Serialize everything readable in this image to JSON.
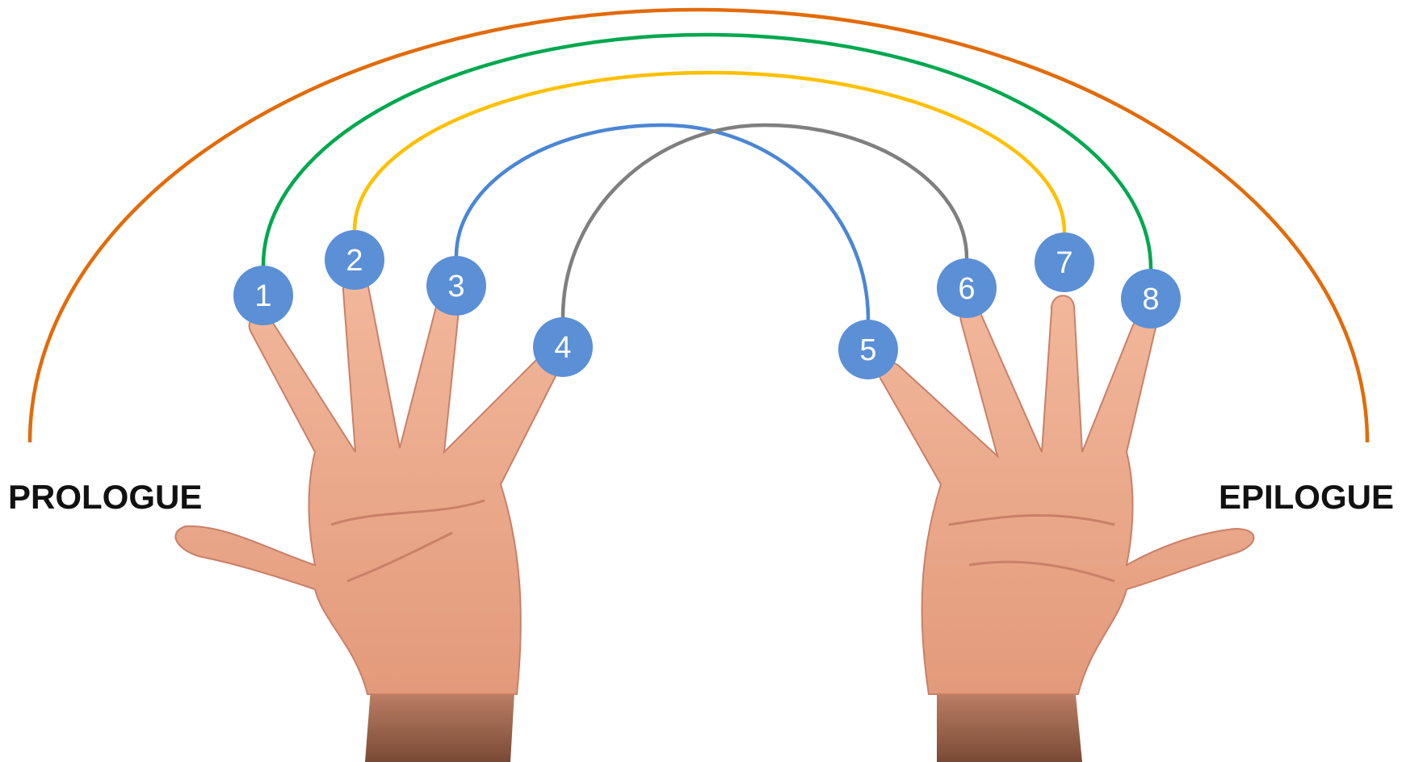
{
  "labels": {
    "left": "PROLOGUE",
    "right": "EPILOGUE"
  },
  "nodes": [
    "1",
    "2",
    "3",
    "4",
    "5",
    "6",
    "7",
    "8"
  ],
  "pairs": [
    {
      "from": "PROLOGUE",
      "to": "EPILOGUE",
      "color": "#E26B0A"
    },
    {
      "from": "1",
      "to": "8",
      "color": "#00A84F"
    },
    {
      "from": "2",
      "to": "7",
      "color": "#FFC000"
    },
    {
      "from": "3",
      "to": "5",
      "color": "#4A86D4"
    },
    {
      "from": "4",
      "to": "6",
      "color": "#7F7F7F"
    }
  ],
  "colors": {
    "node_fill": "#5B8FD6",
    "skin": "#EBA98D",
    "skin_shadow": "#C98068",
    "arm": "#8C5A43"
  },
  "icons": [
    "left-hand-image",
    "right-hand-image"
  ]
}
